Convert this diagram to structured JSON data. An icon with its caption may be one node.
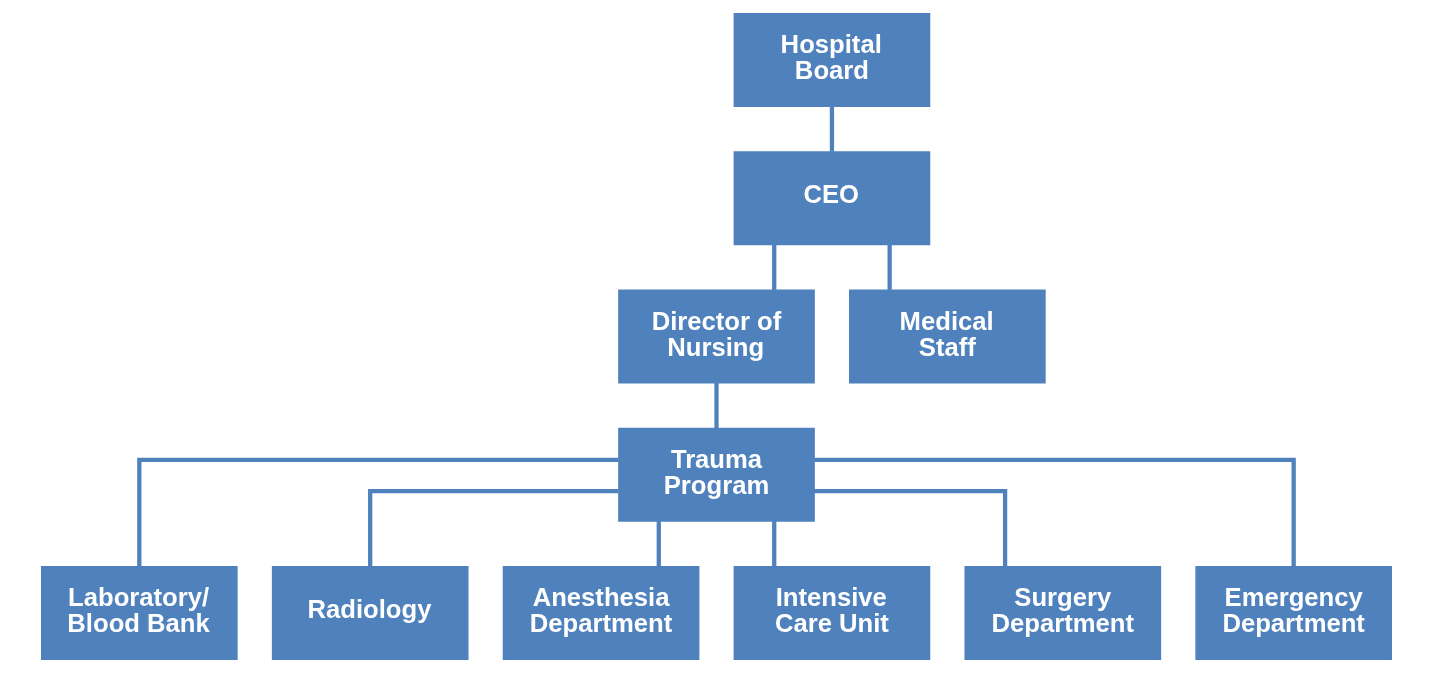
{
  "diagram": {
    "nodes": [
      {
        "text": [
          "Hospital Board"
        ]
      },
      {
        "text": [
          "CEO"
        ]
      },
      {
        "text": [
          "Director of Nursing"
        ]
      },
      {
        "text": [
          "Medical Staff"
        ]
      },
      {
        "text": [
          "Trauma Program"
        ]
      },
      {
        "text": [
          "Laboratory/ Blood Bank"
        ]
      },
      {
        "text": [
          "Radiology"
        ]
      },
      {
        "text": [
          "Anesthesia Department"
        ]
      },
      {
        "text": [
          "Intensive Care Unit"
        ]
      },
      {
        "text": [
          "Surgery Department"
        ]
      },
      {
        "text": [
          "Emergency Department"
        ]
      }
    ],
    "edges": [
      {
        "from": 0,
        "to": 1,
        "arrow": "none"
      },
      {
        "from": 1,
        "to": 2,
        "arrow": "none"
      },
      {
        "from": 1,
        "to": 3,
        "arrow": "none"
      },
      {
        "from": 2,
        "to": 4,
        "arrow": "none"
      },
      {
        "from": 4,
        "to": 5,
        "arrow": "none"
      },
      {
        "from": 4,
        "to": 6,
        "arrow": "none"
      },
      {
        "from": 4,
        "to": 7,
        "arrow": "none"
      },
      {
        "from": 4,
        "to": 8,
        "arrow": "none"
      },
      {
        "from": 4,
        "to": 9,
        "arrow": "none"
      },
      {
        "from": 4,
        "to": 10,
        "arrow": "none"
      }
    ]
  }
}
